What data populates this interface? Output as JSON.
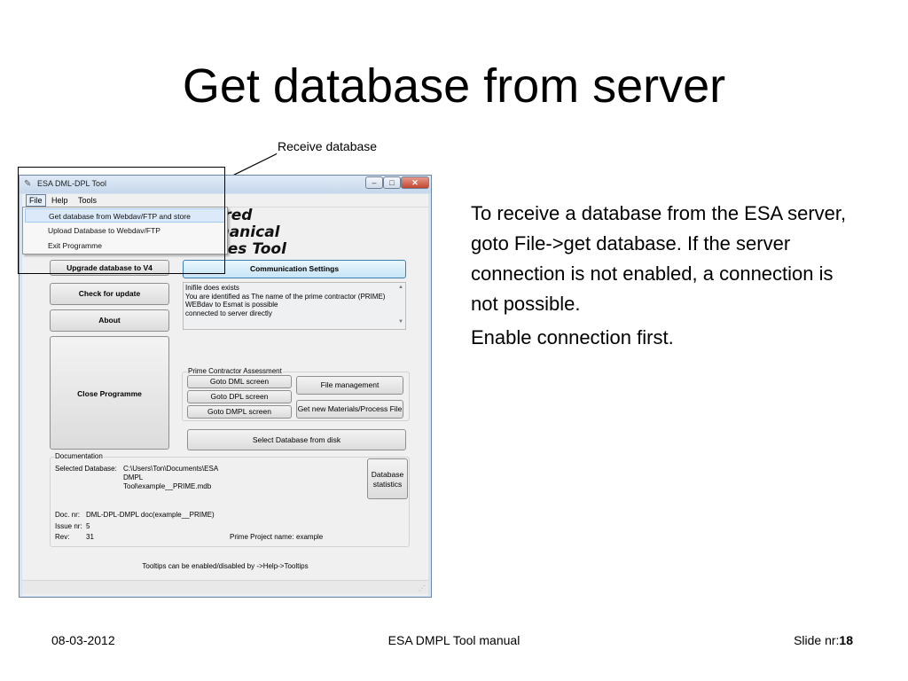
{
  "slide": {
    "title": "Get database from server",
    "callout_label": "Receive database",
    "body_paragraphs": [
      "To receive a database from the ESA server, goto File->get database. If the server connection is not enabled, a connection is not possible.",
      "Enable connection first."
    ],
    "footer": {
      "date": "08-03-2012",
      "center": "ESA DMPL Tool manual",
      "slide_prefix": "Slide nr:",
      "slide_number": "18"
    }
  },
  "window": {
    "title": "ESA DML-DPL Tool",
    "title_buttons": {
      "minimize": "–",
      "maximize": "□",
      "close": "✕"
    },
    "menu": [
      "File",
      "Help",
      "Tools"
    ],
    "file_menu_items": [
      "Get database from Webdav/FTP and store",
      "Upload Database to Webdav/FTP",
      "Exit Programme"
    ],
    "logo_lines": [
      "clared",
      "echanical",
      "esses Tool"
    ],
    "buttons": {
      "upgrade": "Upgrade database to V4",
      "check_update": "Check for update",
      "about": "About",
      "close_programme": "Close Programme",
      "communication": "Communication Settings",
      "goto_dml": "Goto DML screen",
      "goto_dpl": "Goto DPL screen",
      "goto_dmpl": "Goto DMPL screen",
      "file_management": "File management",
      "get_new_materials": "Get new Materials/Process File",
      "select_database": "Select Database from disk",
      "database_statistics": "Database statistics"
    },
    "status_lines": [
      "Inifile does exists",
      "You are identified as The name of the prime contractor (PRIME)",
      "WEBdav to Esmat is possible",
      "connected to server directly"
    ],
    "prime_group_title": "Prime Contractor Assessment",
    "documentation": {
      "title": "Documentation",
      "selected_db_label": "Selected Database:",
      "selected_db_lines": [
        "C:\\Users\\Ton\\Documents\\ESA",
        "DMPL",
        "Tool\\example__PRIME.mdb"
      ],
      "doc_nr_label": "Doc. nr:",
      "doc_nr": "DML-DPL-DMPL doc(example__PRIME)",
      "issue_label": "Issue nr:",
      "issue": "5",
      "rev_label": "Rev:",
      "rev": "31",
      "prime_project_label": "Prime Project name:",
      "prime_project": "example"
    },
    "tooltips_note": "Tooltips can be enabled/disabled  by  ->Help->Tooltips"
  }
}
